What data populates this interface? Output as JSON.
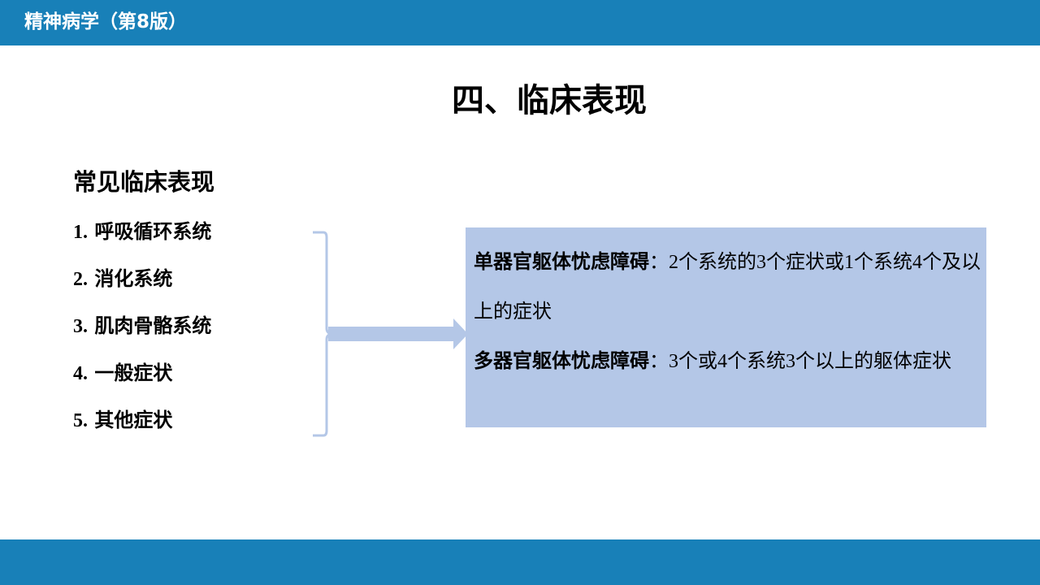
{
  "header": {
    "book_title": "精神病学（第8版）"
  },
  "slide": {
    "title": "四、临床表现",
    "section_heading": "常见临床表现"
  },
  "systems": [
    {
      "num": "1.",
      "label": "呼吸循环系统"
    },
    {
      "num": "2.",
      "label": "消化系统"
    },
    {
      "num": "3.",
      "label": "肌肉骨骼系统"
    },
    {
      "num": "4.",
      "label": "一般症状"
    },
    {
      "num": "5.",
      "label": "其他症状"
    }
  ],
  "definitions": [
    {
      "term": "单器官躯体忧虑障碍",
      "separator": "：",
      "description": "2个系统的3个症状或1个系统4个及以上的症状"
    },
    {
      "term": "多器官躯体忧虑障碍",
      "separator": "：",
      "description": "3个或4个系统3个以上的躯体症状"
    }
  ],
  "colors": {
    "header_bar": "#1880b8",
    "footer_bar": "#1880b8",
    "info_box": "#b4c7e7",
    "connector": "#b4c7e7"
  }
}
